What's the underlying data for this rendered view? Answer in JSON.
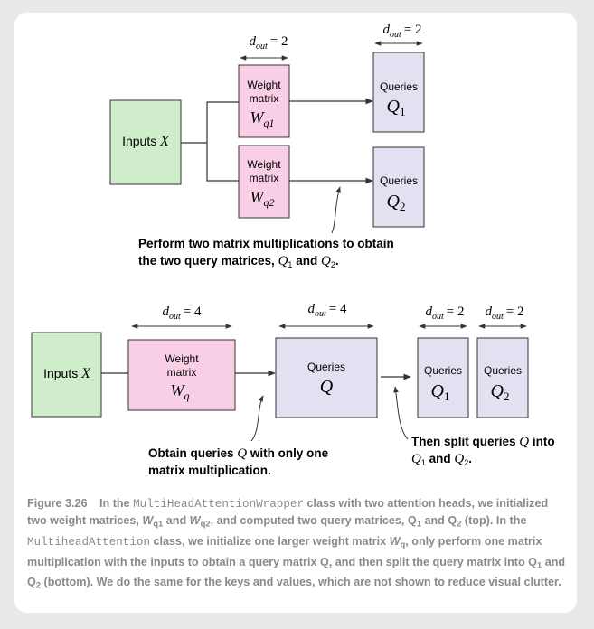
{
  "top": {
    "inputs_label": "Inputs",
    "inputs_var": "X",
    "dim_weight": "d",
    "dim_weight_sub": "out",
    "dim_weight_eq": "= 2",
    "dim_q1": "d",
    "dim_q1_sub": "out",
    "dim_q1_eq": "= 2",
    "w1_line1": "Weight",
    "w1_line2": "matrix",
    "w1_var": "W",
    "w1_sub": "q1",
    "w2_line1": "Weight",
    "w2_line2": "matrix",
    "w2_var": "W",
    "w2_sub": "q2",
    "q1_label": "Queries",
    "q1_var": "Q",
    "q1_sub": "1",
    "q2_label": "Queries",
    "q2_var": "Q",
    "q2_sub": "2",
    "note_line1": "Perform two matrix multiplications to obtain",
    "note_line2_pre": "the two query matrices,",
    "note_q1": "Q",
    "note_q1_sub": "1",
    "note_and": "and",
    "note_q2": "Q",
    "note_q2_sub": "2",
    "note_end": "."
  },
  "bottom": {
    "inputs_label": "Inputs",
    "inputs_var": "X",
    "dim_w": "d",
    "dim_w_sub": "out",
    "dim_w_eq": "= 4",
    "dim_q": "d",
    "dim_q_sub": "out",
    "dim_q_eq": "= 4",
    "dim_q1": "d",
    "dim_q1_sub": "out",
    "dim_q1_eq": "= 2",
    "dim_q2": "d",
    "dim_q2_sub": "out",
    "dim_q2_eq": "= 2",
    "w_line1": "Weight",
    "w_line2": "matrix",
    "w_var": "W",
    "w_sub": "q",
    "q_label": "Queries",
    "q_var": "Q",
    "q1_label": "Queries",
    "q1_var": "Q",
    "q1_sub": "1",
    "q2_label": "Queries",
    "q2_var": "Q",
    "q2_sub": "2",
    "note_left_line1_pre": "Obtain queries",
    "note_left_q": "Q",
    "note_left_line1_post": "with only one",
    "note_left_line2": "matrix multiplication.",
    "note_right_line1_pre": "Then split queries",
    "note_right_q": "Q",
    "note_right_line1_post": "into",
    "note_right_q1": "Q",
    "note_right_q1_sub": "1",
    "note_right_and": "and",
    "note_right_q2": "Q",
    "note_right_q2_sub": "2",
    "note_right_end": "."
  },
  "caption": {
    "figure_label": "Figure 3.26",
    "t1": "In the",
    "code1": "MultiHeadAttentionWrapper",
    "t2": "class with two attention heads, we initialized two weight matrices,",
    "w1": "W",
    "w1_sub": "q1",
    "t3": "and",
    "w2": "W",
    "w2_sub": "q2",
    "t4": ", and computed two query matrices,",
    "q1": "Q",
    "q1_sub": "1",
    "t5": "and",
    "q2": "Q",
    "q2_sub": "2",
    "t6": "(top). In the",
    "code2": "MultiheadAttention",
    "t7": "class, we initialize one larger weight matrix",
    "wq": "W",
    "wq_sub": "q",
    "t8": ", only perform one matrix multiplication with the inputs to obtain a query matrix Q, and then split the query matrix into",
    "q1b": "Q",
    "q1b_sub": "1",
    "t9": "and",
    "q2b": "Q",
    "q2b_sub": "2",
    "t10": "(bottom). We do the same for the keys and values, which are not shown to reduce visual clutter."
  },
  "colors": {
    "inputs_fill": "#cfeccb",
    "weight_fill": "#f9cfe6",
    "queries_fill": "#e3e1f1",
    "stroke": "#333333",
    "caption_text": "#8a8a8a"
  }
}
